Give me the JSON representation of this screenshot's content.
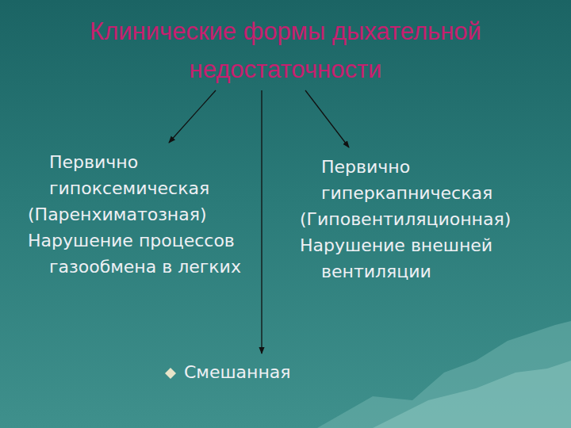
{
  "diagram": {
    "nodes": [
      {
        "text": [
          "Клинические формы дыхательной недостаточности"
        ]
      },
      {
        "text": [
          "Первично гипоксемическая",
          "(Паренхиматозная)",
          "Нарушение процессов газообмена в легких"
        ]
      },
      {
        "text": [
          "Первично гиперкапническая",
          "(Гиповентиляционная)",
          "Нарушение внешней вентиляции"
        ]
      },
      {
        "text": [
          "Смешанная"
        ]
      }
    ],
    "edges": [
      {
        "from": 0,
        "to": 1,
        "arrow": "to"
      },
      {
        "from": 0,
        "to": 2,
        "arrow": "to"
      },
      {
        "from": 0,
        "to": 3,
        "arrow": "to"
      }
    ]
  }
}
